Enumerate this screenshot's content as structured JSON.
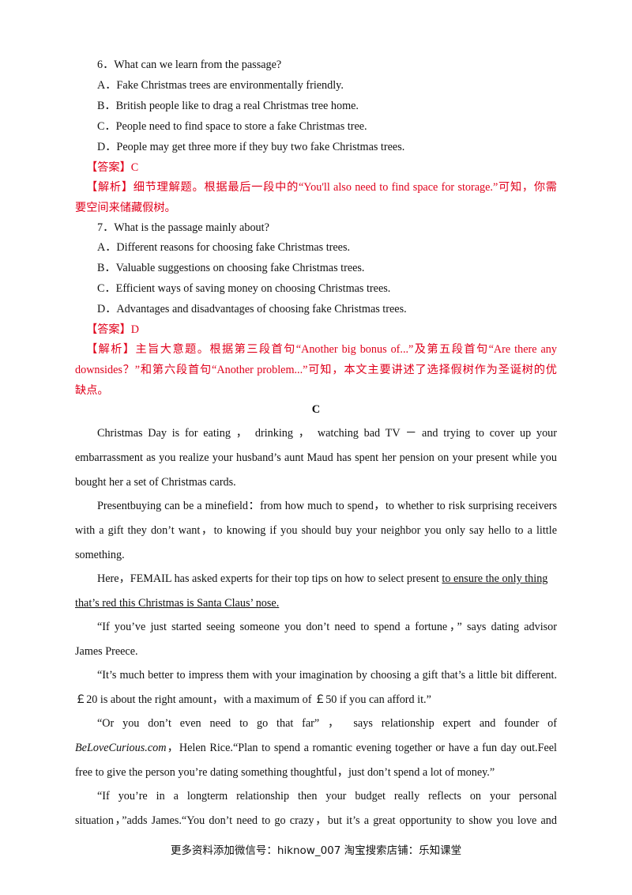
{
  "q6": {
    "question": "6．What can we learn from the passage?",
    "options": [
      "A．Fake Christmas trees are environmentally friendly.",
      "B．British people like to drag a real Christmas tree home.",
      "C．People need to find space to store a fake Christmas tree.",
      "D．People may get three more if they buy two fake Christmas trees."
    ],
    "answer": "【答案】C",
    "analysis_line1": "【解析】细节理解题。根据最后一段中的“You'll also need to find space for storage.”可知，你需",
    "analysis_line2": "要空间来储藏假树。"
  },
  "q7": {
    "question": "7．What is the passage mainly about?",
    "options": [
      "A．Different reasons for choosing fake Christmas trees.",
      "B．Valuable suggestions on choosing fake Christmas trees.",
      "C．Efficient ways of saving money on choosing Christmas trees.",
      "D．Advantages and disadvantages of choosing fake Christmas trees."
    ],
    "answer": "【答案】D",
    "analysis_line1": "【解析】主旨大意题。根据第三段首句“Another big bonus of...”及第五段首句“Are there any",
    "analysis_line2": "downsides？”和第六段首句“Another problem...”可知，本文主要讲述了选择假树作为圣诞树的优",
    "analysis_line3": "缺点。"
  },
  "section_title": "C",
  "passage": {
    "p1_l1": "Christmas Day is for eating ， drinking ， watching bad TV － and trying to cover up your",
    "p1_l2": "embarrassment as you realize your husband’s aunt Maud has spent her pension on your present while you",
    "p1_l3": "bought her a set of Christmas cards.",
    "p2_l1": "Presentbuying can be a minefield：from how much to spend，to whether to risk surprising receivers",
    "p2_l2": "with a gift they don’t want，to knowing if you should buy your neighbor you only say hello to a little",
    "p2_l3": "something.",
    "p3_l1_a": "Here，FEMAIL has asked experts for their top tips on how to select present ",
    "p3_l1_u": "to ensure the only thing ",
    "p3_l2_u": "that’s red this Christmas is Santa Claus’ nose.",
    "p4_l1": "“If you’ve just started seeing someone you don’t need to spend a fortune，”  says dating advisor",
    "p4_l2": "James Preece.",
    "p5_l1": "“It’s much better to impress them with your imagination by choosing a gift that’s a little bit different.",
    "p5_l2": "￡20 is about the right amount，with a maximum of  ￡50 if you can afford it.”",
    "p6_l1": "“Or you don’t even need to go that far” ， says relationship expert and founder of",
    "p6_l2_it": "BeLoveCurious.com",
    "p6_l2_rest": "，Helen Rice.“Plan to spend a romantic evening together or have a fun day out.Feel",
    "p6_l3": "free to give the person you’re dating something thoughtful，just don’t spend a lot of money.”",
    "p7_l1": "“If you’re in a longterm relationship then your budget really reflects on your personal",
    "p7_l2": "situation，”adds James.“You don’t need to go crazy，but it’s a great opportunity to show you love and"
  },
  "footer": "更多资料添加微信号：hiknow_007   淘宝搜索店铺：乐知课堂",
  "colors": {
    "analysis_red": "#e0001b",
    "text": "#111111"
  }
}
